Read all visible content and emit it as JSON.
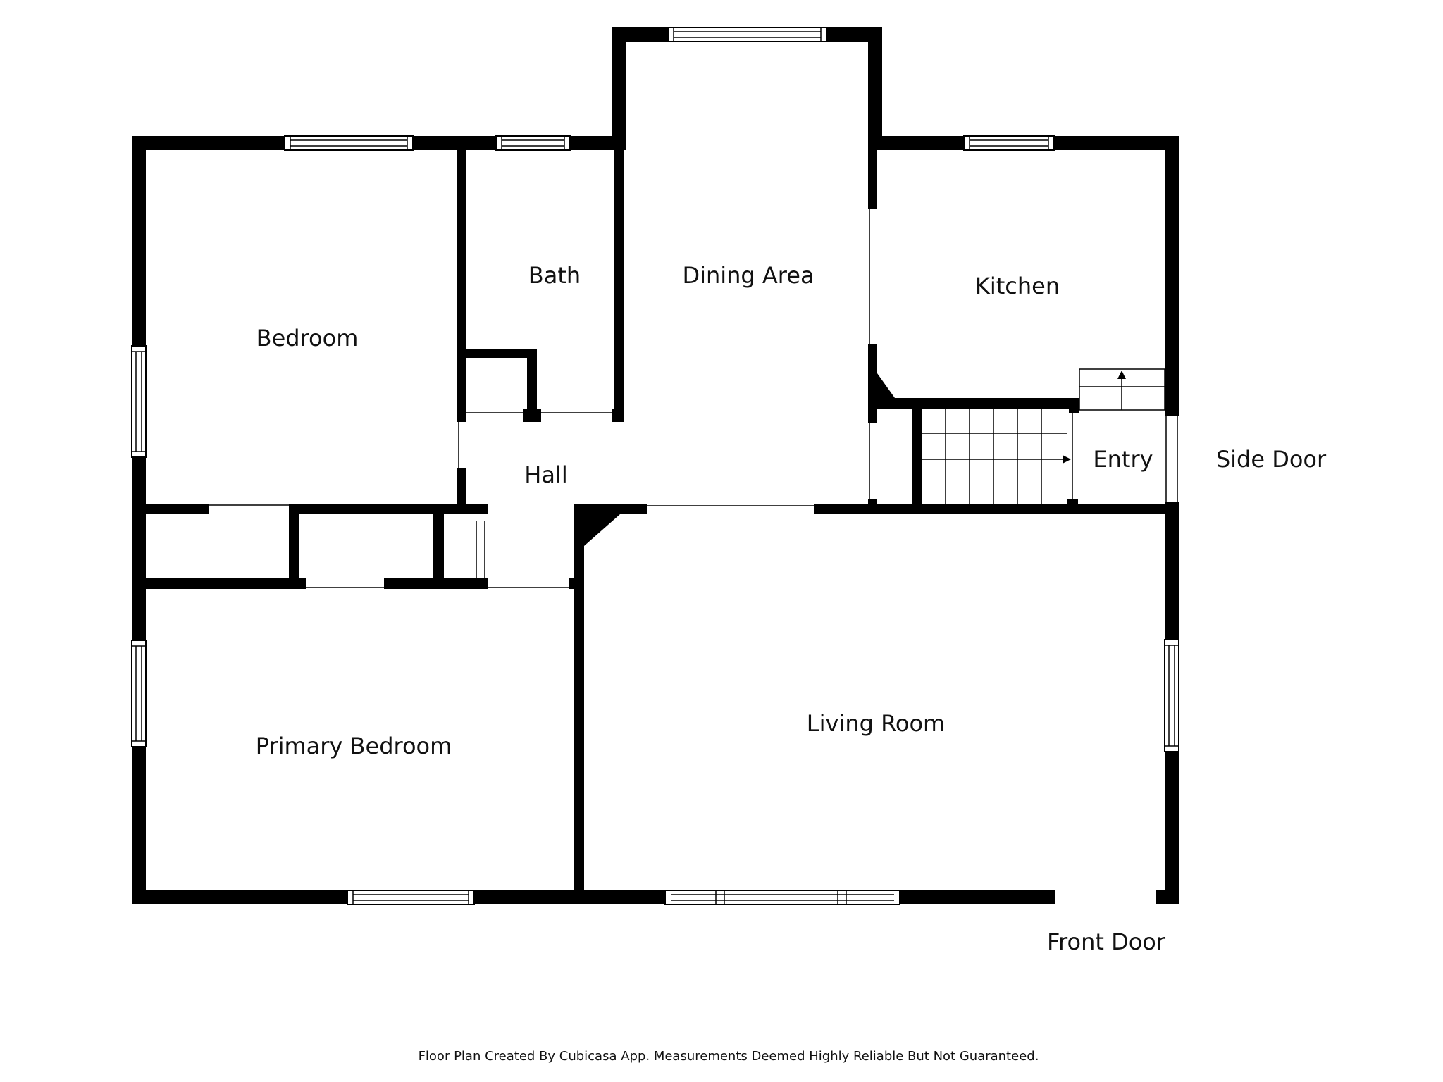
{
  "rooms": {
    "bedroom": "Bedroom",
    "bath": "Bath",
    "dining": "Dining Area",
    "kitchen": "Kitchen",
    "hall": "Hall",
    "entry": "Entry",
    "primary_bedroom": "Primary Bedroom",
    "living_room": "Living Room"
  },
  "exterior": {
    "side_door": "Side Door",
    "front_door": "Front Door"
  },
  "footer": {
    "note": "Floor Plan Created By Cubicasa App. Measurements Deemed Highly Reliable But Not Guaranteed."
  },
  "colors": {
    "wall": "#000000",
    "background": "#ffffff"
  }
}
